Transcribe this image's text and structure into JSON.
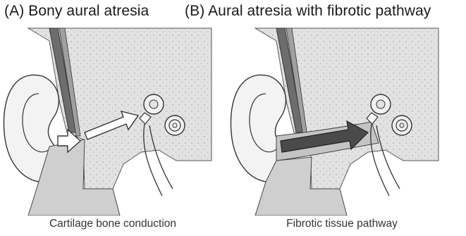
{
  "panels": [
    {
      "title": "(A) Bony aural atresia",
      "caption": "Cartilage bone conduction",
      "arrow_style": "outlined"
    },
    {
      "title": "(B) Aural atresia with fibrotic pathway",
      "caption": "Fibrotic tissue pathway",
      "arrow_style": "filled-dark"
    }
  ],
  "colors": {
    "bone": "#e2e2e2",
    "bone_dots": "#b9b9b9",
    "soft_tissue": "#cfcfcf",
    "skin": "#f3f3f3",
    "outline": "#333333",
    "dark_arrow": "#4a4a4a",
    "light_arrow": "#ffffff"
  }
}
